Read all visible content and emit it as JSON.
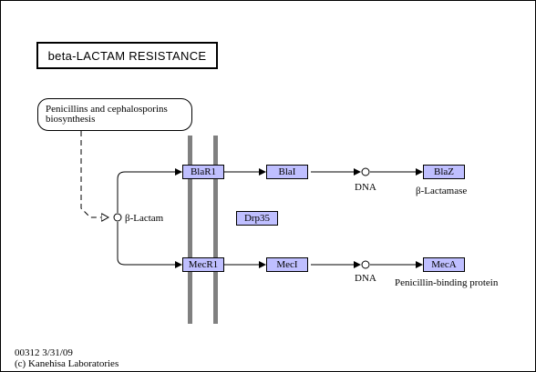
{
  "title": "beta-LACTAM RESISTANCE",
  "map_link": {
    "line1": "Penicillins and cephalosporins",
    "line2": "biosynthesis"
  },
  "compound": {
    "label": "β-Lactam"
  },
  "genes": {
    "blar1": "BlaR1",
    "blai": "BlaI",
    "blaz": "BlaZ",
    "drp35": "Drp35",
    "mecr1": "MecR1",
    "meci": "MecI",
    "meca": "MecA"
  },
  "labels": {
    "dna_top": "DNA",
    "beta_lactamase": "β-Lactamase",
    "dna_bottom": "DNA",
    "pbp": "Penicillin-binding protein"
  },
  "footer": {
    "id_date": "00312 3/31/09",
    "copyright": "(c) Kanehisa Laboratories"
  },
  "colors": {
    "gene_fill": "#bfbfff",
    "membrane": "#808080"
  }
}
